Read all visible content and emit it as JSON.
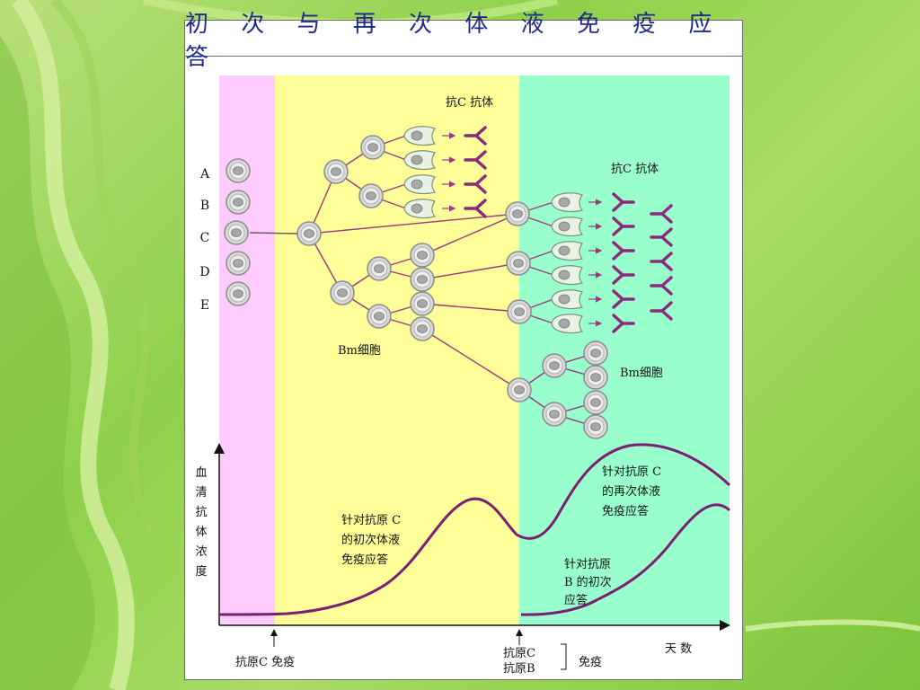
{
  "title": "初 次 与 再 次 体 液 免 疫 应 答",
  "epitope_labels": [
    "A",
    "B",
    "C",
    "D",
    "E"
  ],
  "labels": {
    "antibody_top": "抗C 抗体",
    "antibody_right": "抗C 抗体",
    "bm_left": "Bm细胞",
    "bm_right": "Bm细胞",
    "y_axis": [
      "血",
      "清",
      "抗",
      "体",
      "浓",
      "度"
    ],
    "x_axis": "天 数",
    "primary_c": [
      "针对抗原  C",
      "的初次体液",
      "免疫应答"
    ],
    "secondary_c": [
      "针对抗原  C",
      "的再次体液",
      "免疫应答"
    ],
    "primary_b": [
      "针对抗原",
      "B 的初次",
      "应答"
    ],
    "immunize_c": "抗原C 免疫",
    "immunize_cb": [
      "抗原C",
      "抗原B"
    ],
    "immunize_word": "免疫"
  },
  "colors": {
    "pink_zone": "#ffccff",
    "yellow_zone": "#ffff99",
    "green_zone": "#99ffcc",
    "antibody": "#8b2a7c",
    "curve": "#7b1f72",
    "title_text": "#1f2b8a"
  }
}
